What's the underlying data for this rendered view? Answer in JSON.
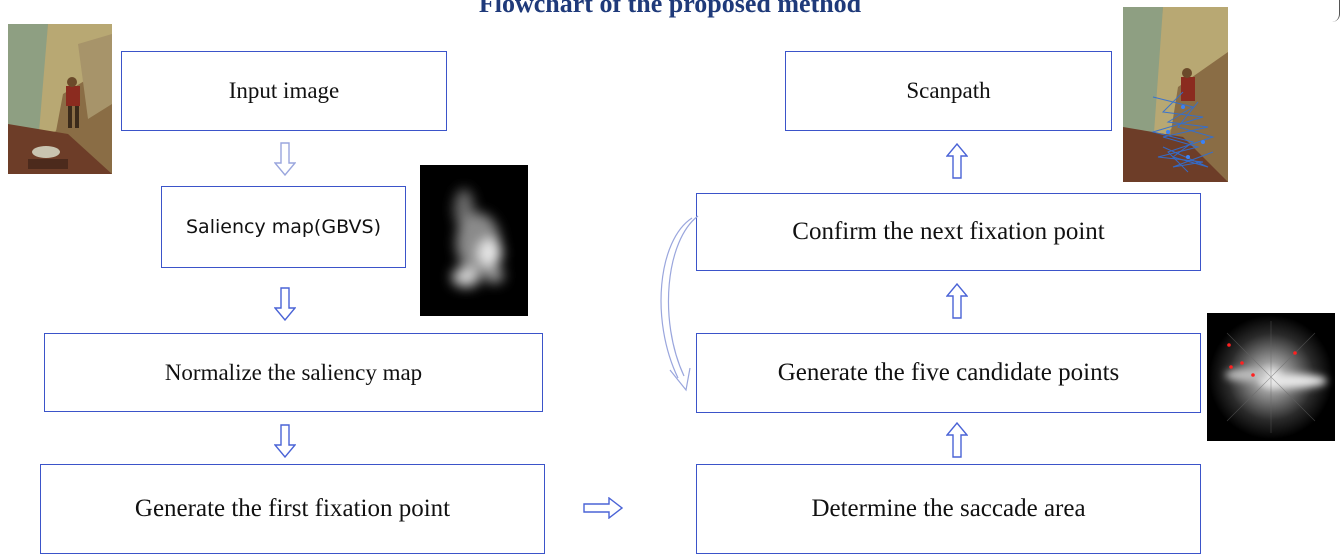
{
  "title": "Flowchart of the proposed method",
  "colors": {
    "box_border": "#3b54c9",
    "arrow": "#4a63d6",
    "title": "#1f3a7a"
  },
  "boxes": {
    "input": "Input image",
    "saliency": "Saliency map(GBVS)",
    "normalize": "Normalize the saliency map",
    "first_fixation": "Generate the first fixation point",
    "saccade": "Determine the saccade area",
    "candidates": "Generate the five candidate points",
    "confirm": "Confirm the next fixation point",
    "scanpath": "Scanpath"
  }
}
